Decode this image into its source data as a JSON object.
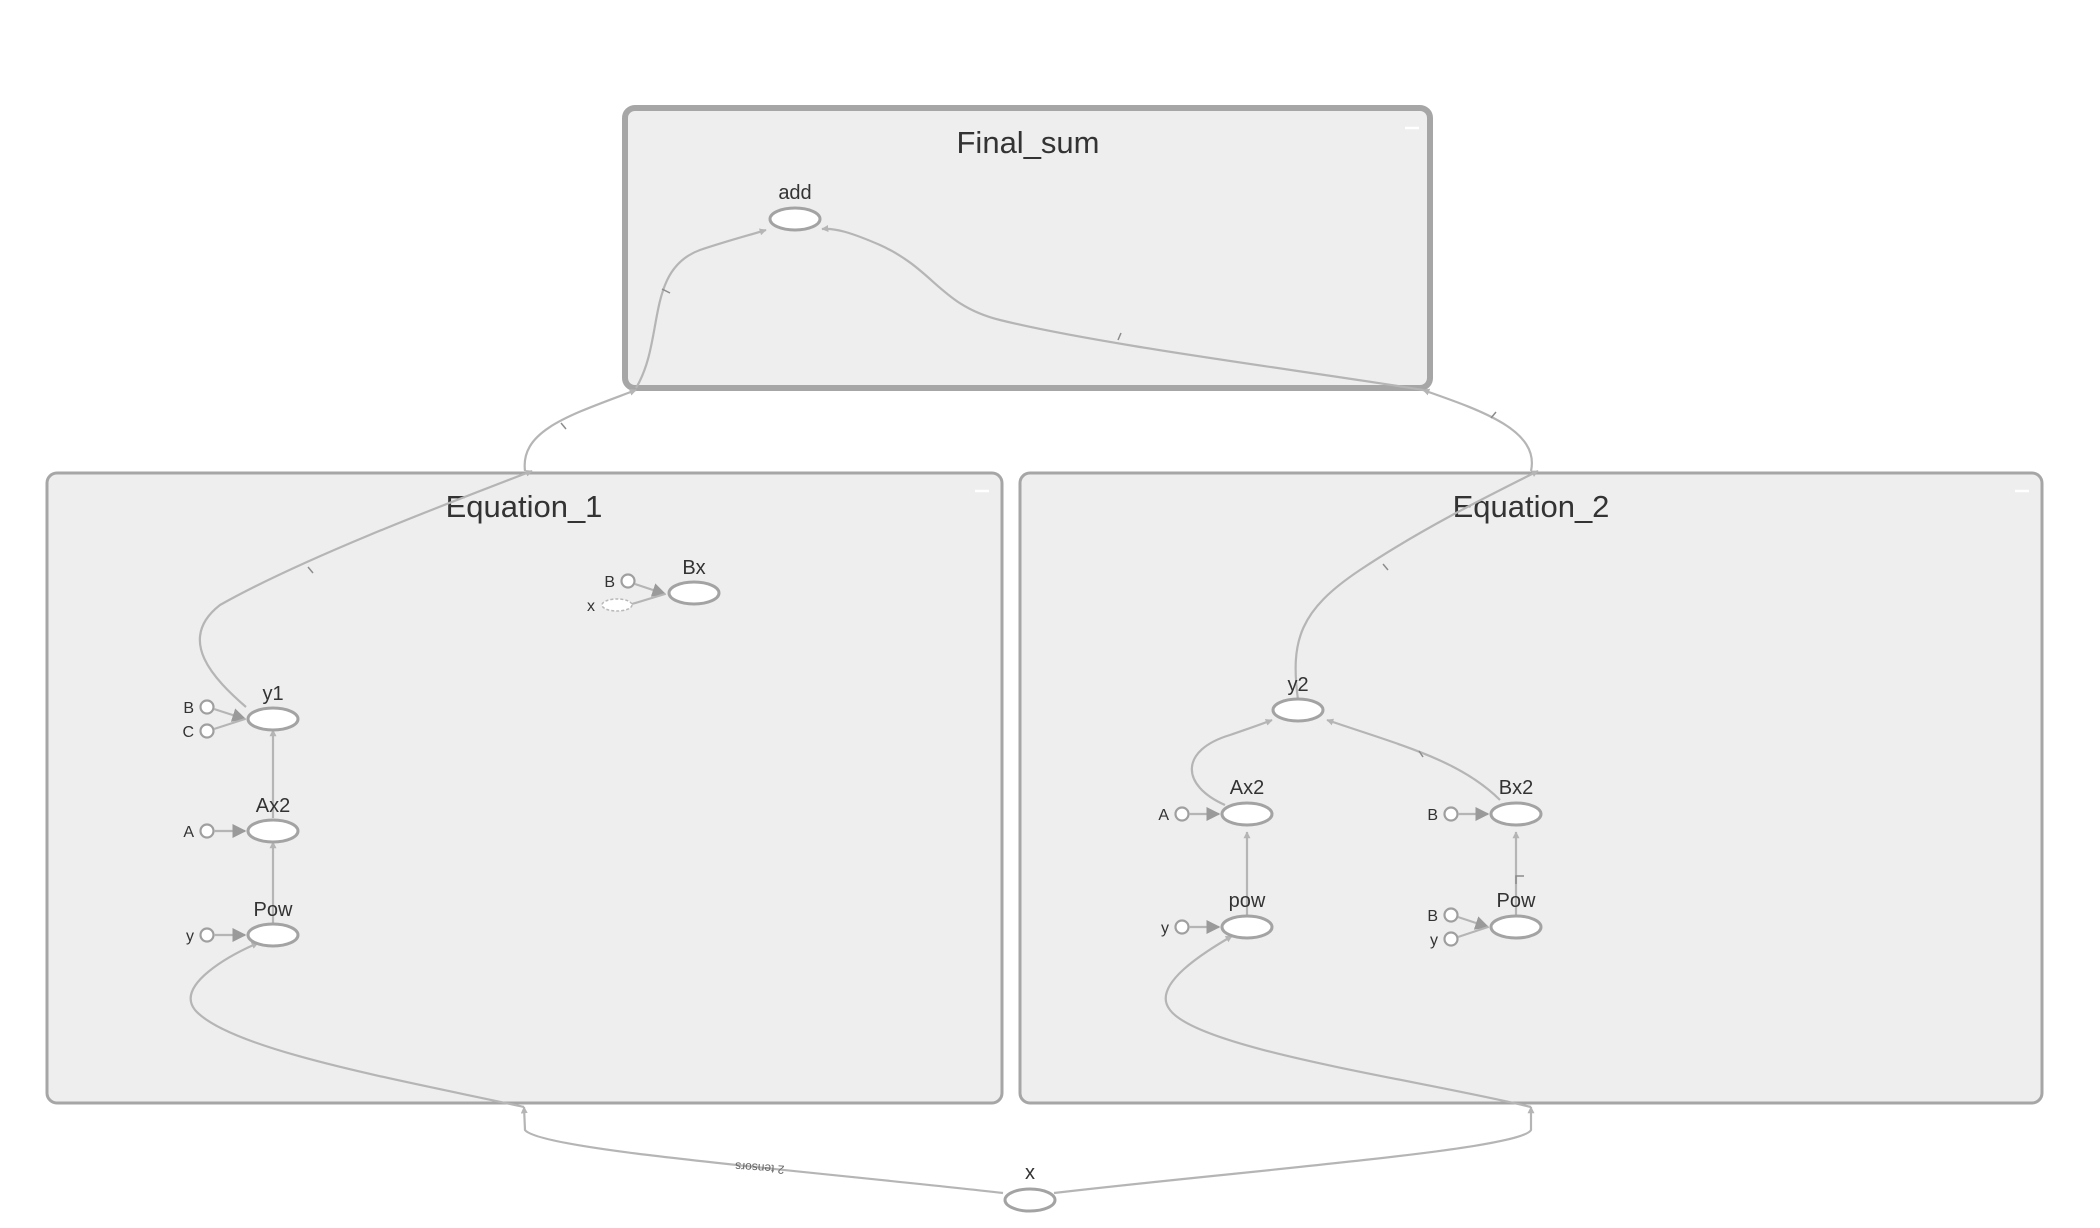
{
  "groups": {
    "final_sum": {
      "title": "Final_sum",
      "collapse_icon": "minus-icon"
    },
    "equation_1": {
      "title": "Equation_1",
      "collapse_icon": "minus-icon"
    },
    "equation_2": {
      "title": "Equation_2",
      "collapse_icon": "minus-icon"
    }
  },
  "nodes": {
    "add": "add",
    "x": "x",
    "eq1": {
      "bx": "Bx",
      "y1": "y1",
      "ax2": "Ax2",
      "pow": "Pow"
    },
    "eq2": {
      "y2": "y2",
      "ax2": "Ax2",
      "bx2": "Bx2",
      "pow_lower": "pow",
      "pow_upper": "Pow"
    }
  },
  "inputs": {
    "eq1_bx_b": "B",
    "eq1_bx_x": "x",
    "eq1_y1_b": "B",
    "eq1_y1_c": "C",
    "eq1_ax2_a": "A",
    "eq1_pow_y": "y",
    "eq2_ax2_a": "A",
    "eq2_bx2_b": "B",
    "eq2_pow_y": "y",
    "eq2_pow_b": "B",
    "eq2_pow_y2": "y"
  },
  "edge_labels": {
    "x_to_equations": "2 tensors"
  },
  "colors": {
    "group_fill": "#eeeeee",
    "group_stroke": "#a6a6a6",
    "edge": "#b5b5b5"
  }
}
